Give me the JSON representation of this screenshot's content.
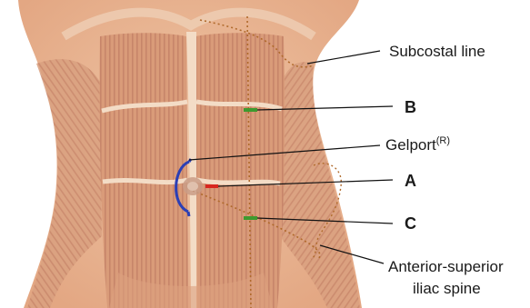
{
  "labels": {
    "subcostal": "Subcostal line",
    "b": "B",
    "gelport": "Gelport",
    "gelport_sup": "(R)",
    "a": "A",
    "c": "C",
    "asis_line1": "Anterior-superior",
    "asis_line2": "iliac spine"
  },
  "colors": {
    "skin": "#e8b48f",
    "muscle": "#d89a78",
    "muscle_stripe": "#c98466",
    "tendon": "#f1d9c4",
    "dotted_line": "#b06a2c",
    "gelport_outline": "#2b3fb5",
    "marker_green": "#3e9a2f",
    "marker_red": "#d8271f",
    "leader": "#111111"
  }
}
